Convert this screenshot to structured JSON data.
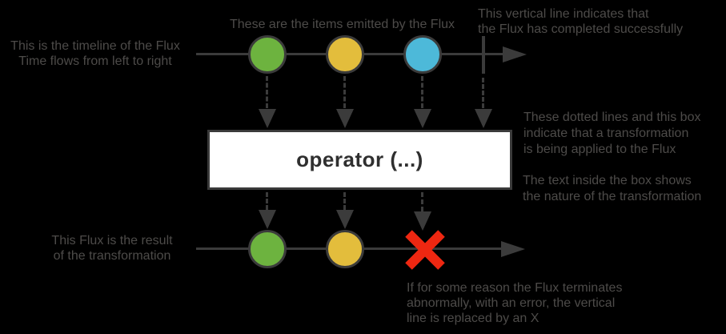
{
  "diagram": {
    "annotations": {
      "timeline_label": "This is the timeline of the Flux\nTime flows from left to right",
      "items_label": "These are the items emitted by the Flux",
      "complete_label": "This vertical line indicates that\nthe Flux has completed successfully",
      "transform_label": "These dotted lines and this box\nindicate that a transformation\nis being applied to the Flux",
      "box_text_label": "The text inside the box shows\nthe nature of the transformation",
      "result_label": "This Flux is the result\nof the transformation",
      "error_label": "If for some reason the Flux terminates\nabnormally, with an error, the vertical\nline is replaced by an X"
    },
    "operator": {
      "label": "operator (...)"
    },
    "source_flux": {
      "marbles": [
        "green",
        "yellow",
        "blue"
      ],
      "terminal": "complete"
    },
    "result_flux": {
      "marbles": [
        "green",
        "yellow"
      ],
      "terminal": "error"
    },
    "colors": {
      "background": "#000000",
      "annotation_text": "#4d4b49",
      "line": "#3b3b3b",
      "marble_green": "#6db33f",
      "marble_yellow": "#e3bd3c",
      "marble_blue": "#4db9d9",
      "error_red": "#ee2711",
      "operator_bg": "#ffffff",
      "operator_border": "#3a3a3a",
      "operator_text": "#2f2f2f"
    }
  }
}
